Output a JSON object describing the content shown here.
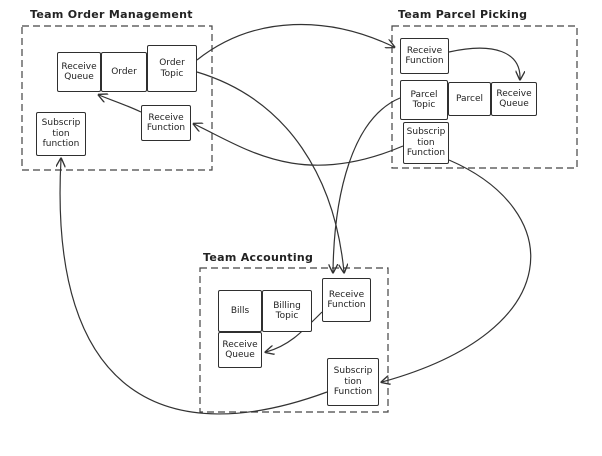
{
  "teams": {
    "order_management": {
      "title": "Team Order Management",
      "nodes": {
        "receive_queue": "Receive\nQueue",
        "order": "Order",
        "order_topic": "Order\nTopic",
        "receive_function": "Receive\nFunction",
        "subscription_function": "Subscrip\ntion\nfunction"
      }
    },
    "parcel_picking": {
      "title": "Team Parcel Picking",
      "nodes": {
        "receive_function": "Receive\nFunction",
        "parcel_topic": "Parcel\nTopic",
        "parcel": "Parcel",
        "receive_queue": "Receive\nQueue",
        "subscription_function": "Subscrip\ntion\nFunction"
      }
    },
    "accounting": {
      "title": "Team Accounting",
      "nodes": {
        "bills": "Bills",
        "billing_topic": "Billing\nTopic",
        "receive_queue": "Receive\nQueue",
        "receive_function": "Receive\nFunction",
        "subscription_function": "Subscrip\ntion\nFunction"
      }
    }
  },
  "colors": {
    "stroke": "#333333",
    "background": "#ffffff"
  }
}
